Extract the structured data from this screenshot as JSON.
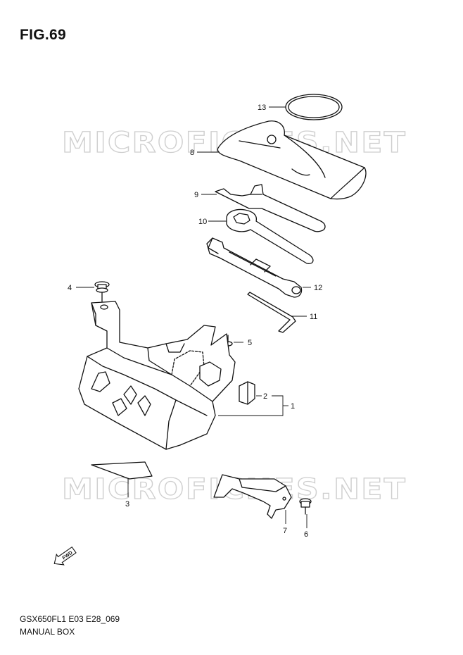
{
  "figure": {
    "title": "FIG.69",
    "model_code": "GSX650FL1 E03 E28_069",
    "section_name": "MANUAL BOX"
  },
  "watermark": {
    "text": "MICROFICHES.NET"
  },
  "direction_marker": {
    "text": "FWD"
  },
  "callouts": [
    {
      "id": "c13",
      "label": "13"
    },
    {
      "id": "c8",
      "label": "8"
    },
    {
      "id": "c9",
      "label": "9"
    },
    {
      "id": "c10",
      "label": "10"
    },
    {
      "id": "c12",
      "label": "12"
    },
    {
      "id": "c4",
      "label": "4"
    },
    {
      "id": "c11",
      "label": "11"
    },
    {
      "id": "c5",
      "label": "5"
    },
    {
      "id": "c2",
      "label": "2"
    },
    {
      "id": "c1",
      "label": "1"
    },
    {
      "id": "c3",
      "label": "3"
    },
    {
      "id": "c7",
      "label": "7"
    },
    {
      "id": "c6",
      "label": "6"
    }
  ]
}
